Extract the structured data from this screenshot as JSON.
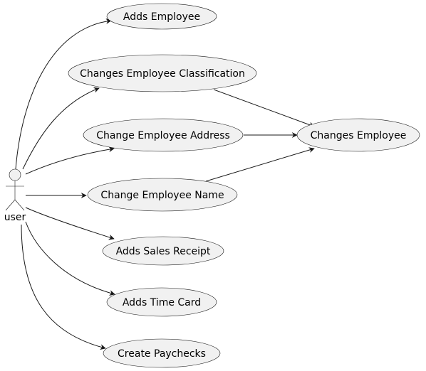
{
  "actor": {
    "label": "user"
  },
  "use_cases": {
    "adds_employee": "Adds Employee",
    "changes_employee_classification": "Changes Employee Classification",
    "change_employee_address": "Change Employee Address",
    "change_employee_name": "Change Employee Name",
    "changes_employee": "Changes Employee",
    "adds_sales_receipt": "Adds Sales Receipt",
    "adds_time_card": "Adds Time Card",
    "create_paychecks": "Create Paychecks"
  },
  "colors": {
    "ellipse_fill": "#f1f1f1",
    "stroke": "#181818",
    "text": "#000000",
    "background": "#ffffff"
  }
}
